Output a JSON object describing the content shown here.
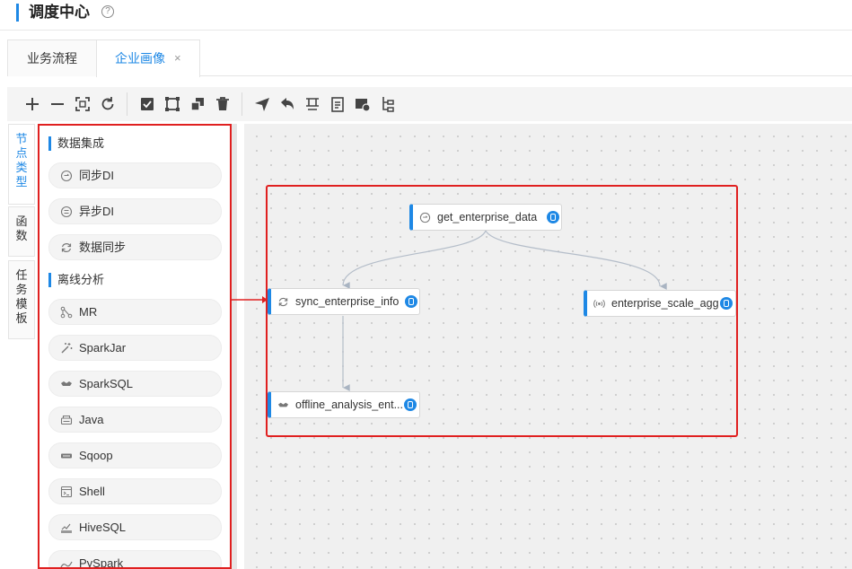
{
  "header": {
    "title": "调度中心",
    "help_glyph": "?"
  },
  "tabs": [
    {
      "label": "业务流程",
      "active": false
    },
    {
      "label": "企业画像",
      "active": true,
      "close_glyph": "×"
    }
  ],
  "toolbar_icons": [
    "plus-icon",
    "minus-icon",
    "fit-icon",
    "refresh-icon",
    "select-icon",
    "box-select-icon",
    "copy-icon",
    "delete-icon",
    "send-icon",
    "undo-icon",
    "format-icon",
    "clipboard-icon",
    "run-icon",
    "tree-icon"
  ],
  "side_tabs": [
    {
      "label": "节点类型",
      "active": true
    },
    {
      "label": "函数",
      "active": false
    },
    {
      "label": "任务模板",
      "active": false
    }
  ],
  "palette": {
    "sections": [
      {
        "title": "数据集成",
        "items": [
          {
            "label": "同步DI",
            "icon": "sync-di-icon"
          },
          {
            "label": "异步DI",
            "icon": "async-di-icon"
          },
          {
            "label": "数据同步",
            "icon": "data-sync-icon"
          }
        ]
      },
      {
        "title": "离线分析",
        "items": [
          {
            "label": "MR",
            "icon": "mr-icon"
          },
          {
            "label": "SparkJar",
            "icon": "sparkjar-icon"
          },
          {
            "label": "SparkSQL",
            "icon": "sparksql-icon"
          },
          {
            "label": "Java",
            "icon": "java-icon"
          },
          {
            "label": "Sqoop",
            "icon": "sqoop-icon"
          },
          {
            "label": "Shell",
            "icon": "shell-icon"
          },
          {
            "label": "HiveSQL",
            "icon": "hivesql-icon"
          },
          {
            "label": "PySpark",
            "icon": "pyspark-icon"
          }
        ]
      }
    ]
  },
  "flow": {
    "nodes": [
      {
        "id": "n1",
        "label": "get_enterprise_data",
        "icon": "sync-di-icon"
      },
      {
        "id": "n2",
        "label": "sync_enterprise_info",
        "icon": "data-sync-icon"
      },
      {
        "id": "n3",
        "label": "enterprise_scale_agg",
        "icon": "stream-icon"
      },
      {
        "id": "n4",
        "label": "offline_analysis_ent...",
        "icon": "sparksql-icon"
      }
    ],
    "edges": [
      [
        "n1",
        "n2"
      ],
      [
        "n1",
        "n3"
      ],
      [
        "n2",
        "n4"
      ]
    ]
  },
  "colors": {
    "accent": "#1e88e5",
    "highlight": "#e02020"
  }
}
